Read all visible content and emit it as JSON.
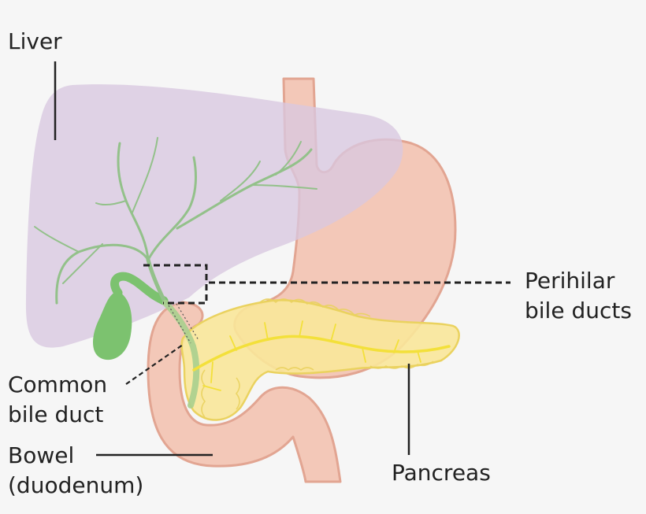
{
  "labels": {
    "liver": "Liver",
    "perihilar": [
      "Perihilar",
      "bile ducts"
    ],
    "common_bile_duct": [
      "Common",
      "bile duct"
    ],
    "bowel": [
      "Bowel",
      "(duodenum)"
    ],
    "pancreas": "Pancreas"
  },
  "colors": {
    "background": "#f6f6f6",
    "liver": "#d9c8e0",
    "stomach": "#f3c8b8",
    "stomach_outline": "#e2a592",
    "pancreas": "#f9e79a",
    "pancreas_outline": "#ead25f",
    "pancreatic_duct": "#f3e03a",
    "bile_ducts": "#93c18a",
    "gallbladder": "#7cc26f",
    "leader_line": "#222222"
  }
}
